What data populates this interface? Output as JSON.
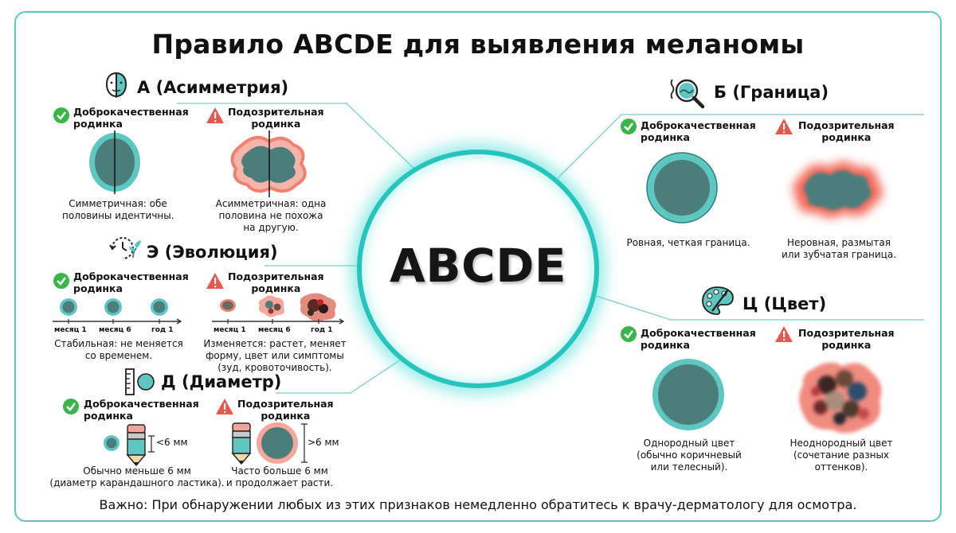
{
  "title": "Правило ABCDE для выявления меланомы",
  "center": "ABCDE",
  "asymmetry": {
    "title": "А (Асимметрия)",
    "benign_label": "Доброкачественная\nродинка",
    "suspicious_label": "Подозрительная\nродинка",
    "benign_caption": "Симметричная: обе\nполовины идентичны.",
    "suspicious_caption": "Асимметричная: одна\nполовина не похожа\nна другую."
  },
  "evolution": {
    "title": "Э (Эволюция)",
    "benign_label": "Доброкачественная\nродинка",
    "suspicious_label": "Подозрительная\nродинка",
    "timeline": [
      "месяц 1",
      "месяц 6",
      "год 1"
    ],
    "benign_caption": "Стабильная: не меняется\nсо временем.",
    "suspicious_caption": "Изменяется: растет, меняет\nформу, цвет или симптомы\n(зуд, кровоточивость)."
  },
  "diameter": {
    "title": "Д (Диаметр)",
    "benign_label": "Доброкачественная\nродинка",
    "suspicious_label": "Подозрительная\nродинка",
    "benign_size": "<6 мм",
    "suspicious_size": ">6 мм",
    "benign_caption": "Обычно меньше 6 мм\n(диаметр карандашного ластика).",
    "suspicious_caption": "Часто больше 6 мм\nи продолжает расти."
  },
  "border": {
    "title": "Б (Граница)",
    "benign_label": "Доброкачественная\nродинка",
    "suspicious_label": "Подозрительная\nродинка",
    "benign_caption": "Ровная, четкая граница.",
    "suspicious_caption": "Неровная, размытая\nили зубчатая граница."
  },
  "color": {
    "title": "Ц (Цвет)",
    "benign_label": "Доброкачественная\nродинка",
    "suspicious_label": "Подозрительная\nродинка",
    "benign_caption": "Однородный цвет\n(обычно коричневый\nили телесный).",
    "suspicious_caption": "Неоднородный цвет\n(сочетание разных\nоттенков)."
  },
  "footer": "Важно: При обнаружении любых из этих признаков немедленно обратитесь к врачу-дерматологу для осмотра.",
  "colors": {
    "teal": "#5ec7c2",
    "mole": "#4b7d7b",
    "check": "#3bb54a",
    "warn": "#e9564b",
    "halo": "#f26a5a"
  },
  "icons": [
    "face-half-icon",
    "magnifier-icon",
    "evolution-clock-icon",
    "ruler-icon",
    "palette-icon",
    "check-icon",
    "warning-icon",
    "pencil-icon"
  ]
}
